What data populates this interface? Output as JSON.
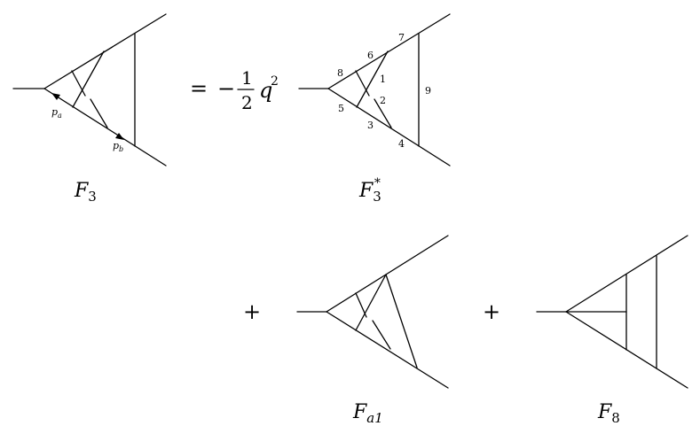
{
  "equation": {
    "equals": "=",
    "minus": "−",
    "frac_num": "1",
    "frac_den": "2",
    "q": "q",
    "q_exp": "2",
    "plus_1": "+",
    "plus_2": "+"
  },
  "diagrams": {
    "F3": {
      "caption_main": "F",
      "caption_sub": "3",
      "momenta": {
        "pa_main": "p",
        "pa_sub": "a",
        "pb_main": "p",
        "pb_sub": "b"
      }
    },
    "F3star": {
      "caption_main": "F",
      "caption_sub": "3",
      "caption_sup": "*",
      "edge_labels": [
        "1",
        "2",
        "3",
        "4",
        "5",
        "6",
        "7",
        "8",
        "9"
      ]
    },
    "Fa1": {
      "caption_main": "F",
      "caption_sub": "a1"
    },
    "F8": {
      "caption_main": "F",
      "caption_sub": "8"
    }
  }
}
